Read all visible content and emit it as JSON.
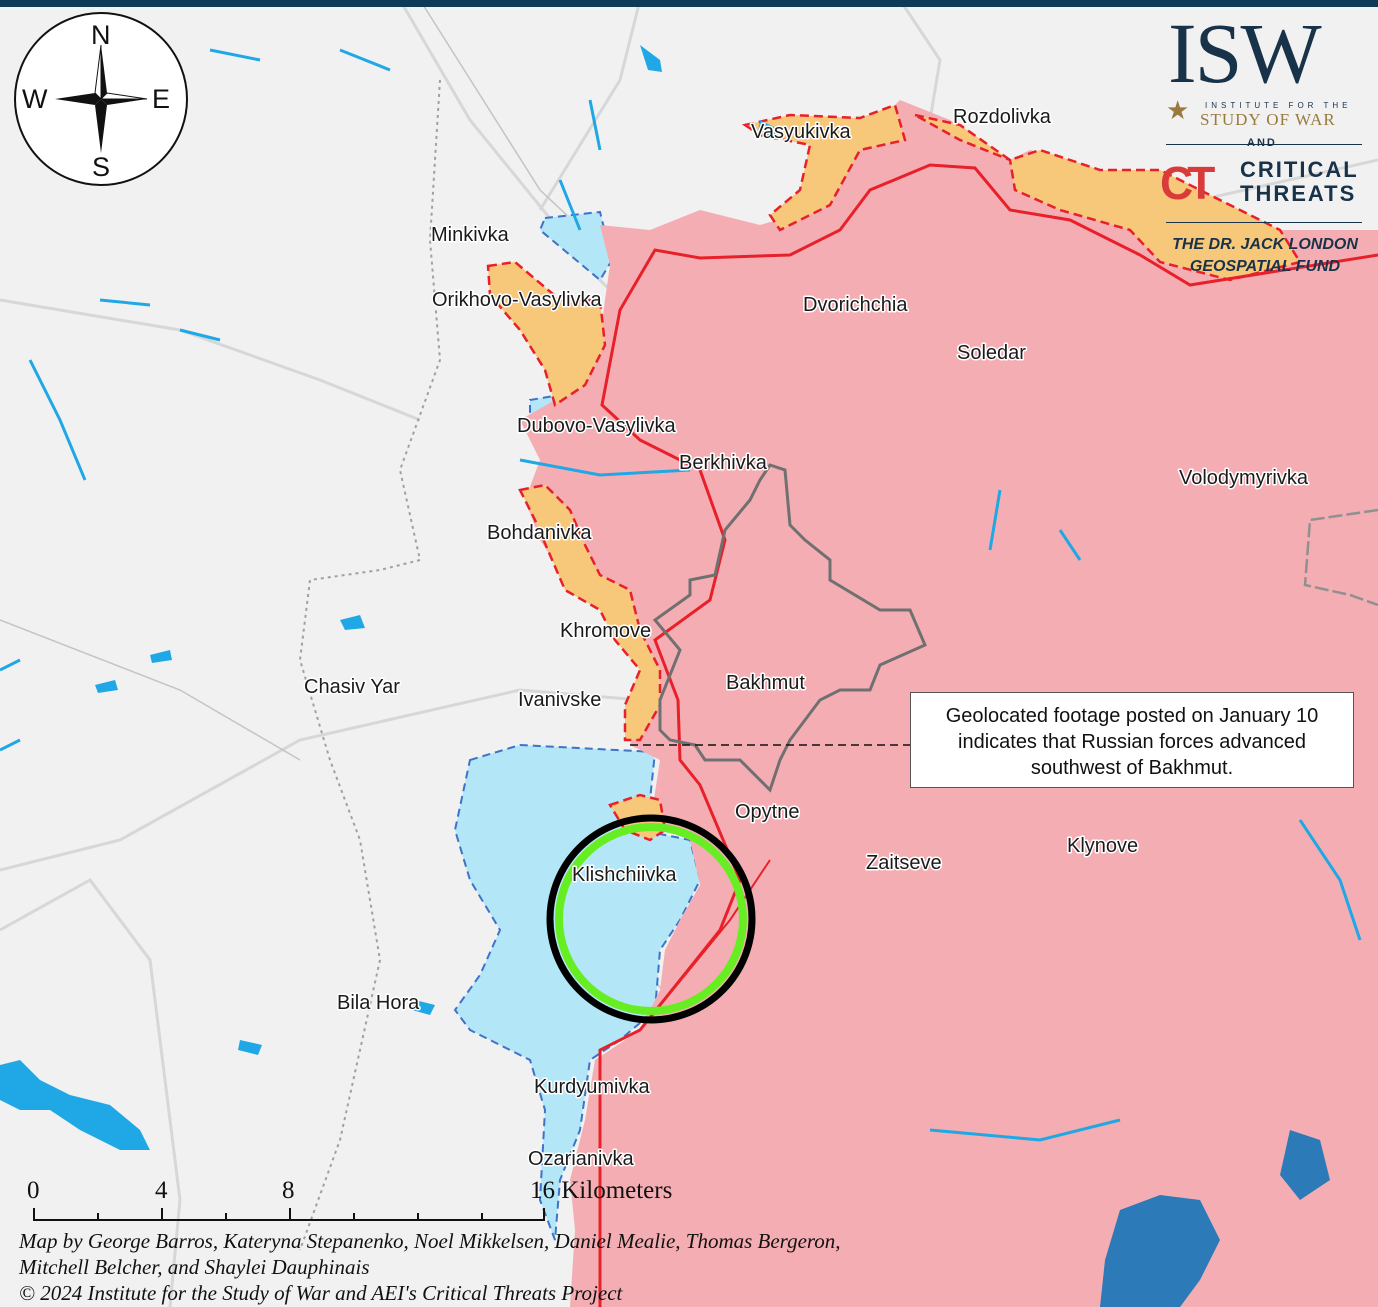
{
  "compass": {
    "north": "N",
    "south": "S",
    "east": "E",
    "west": "W"
  },
  "logo": {
    "isw": "ISW",
    "isw_subtitle_top": "INSTITUTE FOR THE",
    "isw_subtitle_bottom": "STUDY OF WAR",
    "and": "AND",
    "ct_mark": "CT",
    "critical": "CRITICAL",
    "threats": "THREATS",
    "fund_line1": "THE DR. JACK LONDON",
    "fund_line2": "GEOSPATIAL FUND"
  },
  "places": {
    "rozdolivka": "Rozdolivka",
    "vasyukivka": "Vasyukivka",
    "minkivka": "Minkivka",
    "orikhovo": "Orikhovo-Vasylivka",
    "dvorichchia": "Dvorichchia",
    "soledar": "Soledar",
    "dubovo": "Dubovo-Vasylivka",
    "berkhivka": "Berkhivka",
    "volodymyrivka": "Volodymyrivka",
    "bohdanivka": "Bohdanivka",
    "khromove": "Khromove",
    "chasiv_yar": "Chasiv Yar",
    "ivanivske": "Ivanivske",
    "bakhmut": "Bakhmut",
    "opytne": "Opytne",
    "zaitseve": "Zaitseve",
    "klynove": "Klynove",
    "klishchiivka": "Klishchiivka",
    "bila_hora": "Bila Hora",
    "kurdyumivka": "Kurdyumivka",
    "ozarianivka": "Ozarianivka"
  },
  "callout": {
    "line1": "Geolocated footage posted on January 10",
    "line2": "indicates that Russian forces advanced",
    "line3": "southwest of Bakhmut."
  },
  "scale": {
    "t0": "0",
    "t4": "4",
    "t8": "8",
    "t16": "16 Kilometers"
  },
  "credits": {
    "line1": "Map by George Barros, Kateryna Stepanenko, Noel Mikkelsen, Daniel Mealie, Thomas Bergeron,",
    "line2": "Mitchell Belcher, and Shaylei Dauphinais",
    "line3": "© 2024 Institute for the Study of War and AEI's Critical Threats Project"
  },
  "colors": {
    "russian_controlled": "#f4aeb3",
    "russian_advance": "#f7c77a",
    "ukrainian_counteroffensive": "#b3e6f7",
    "front_line": "#e8202a",
    "highlight_ring": "#66ee22",
    "water": "#20a8e6"
  }
}
